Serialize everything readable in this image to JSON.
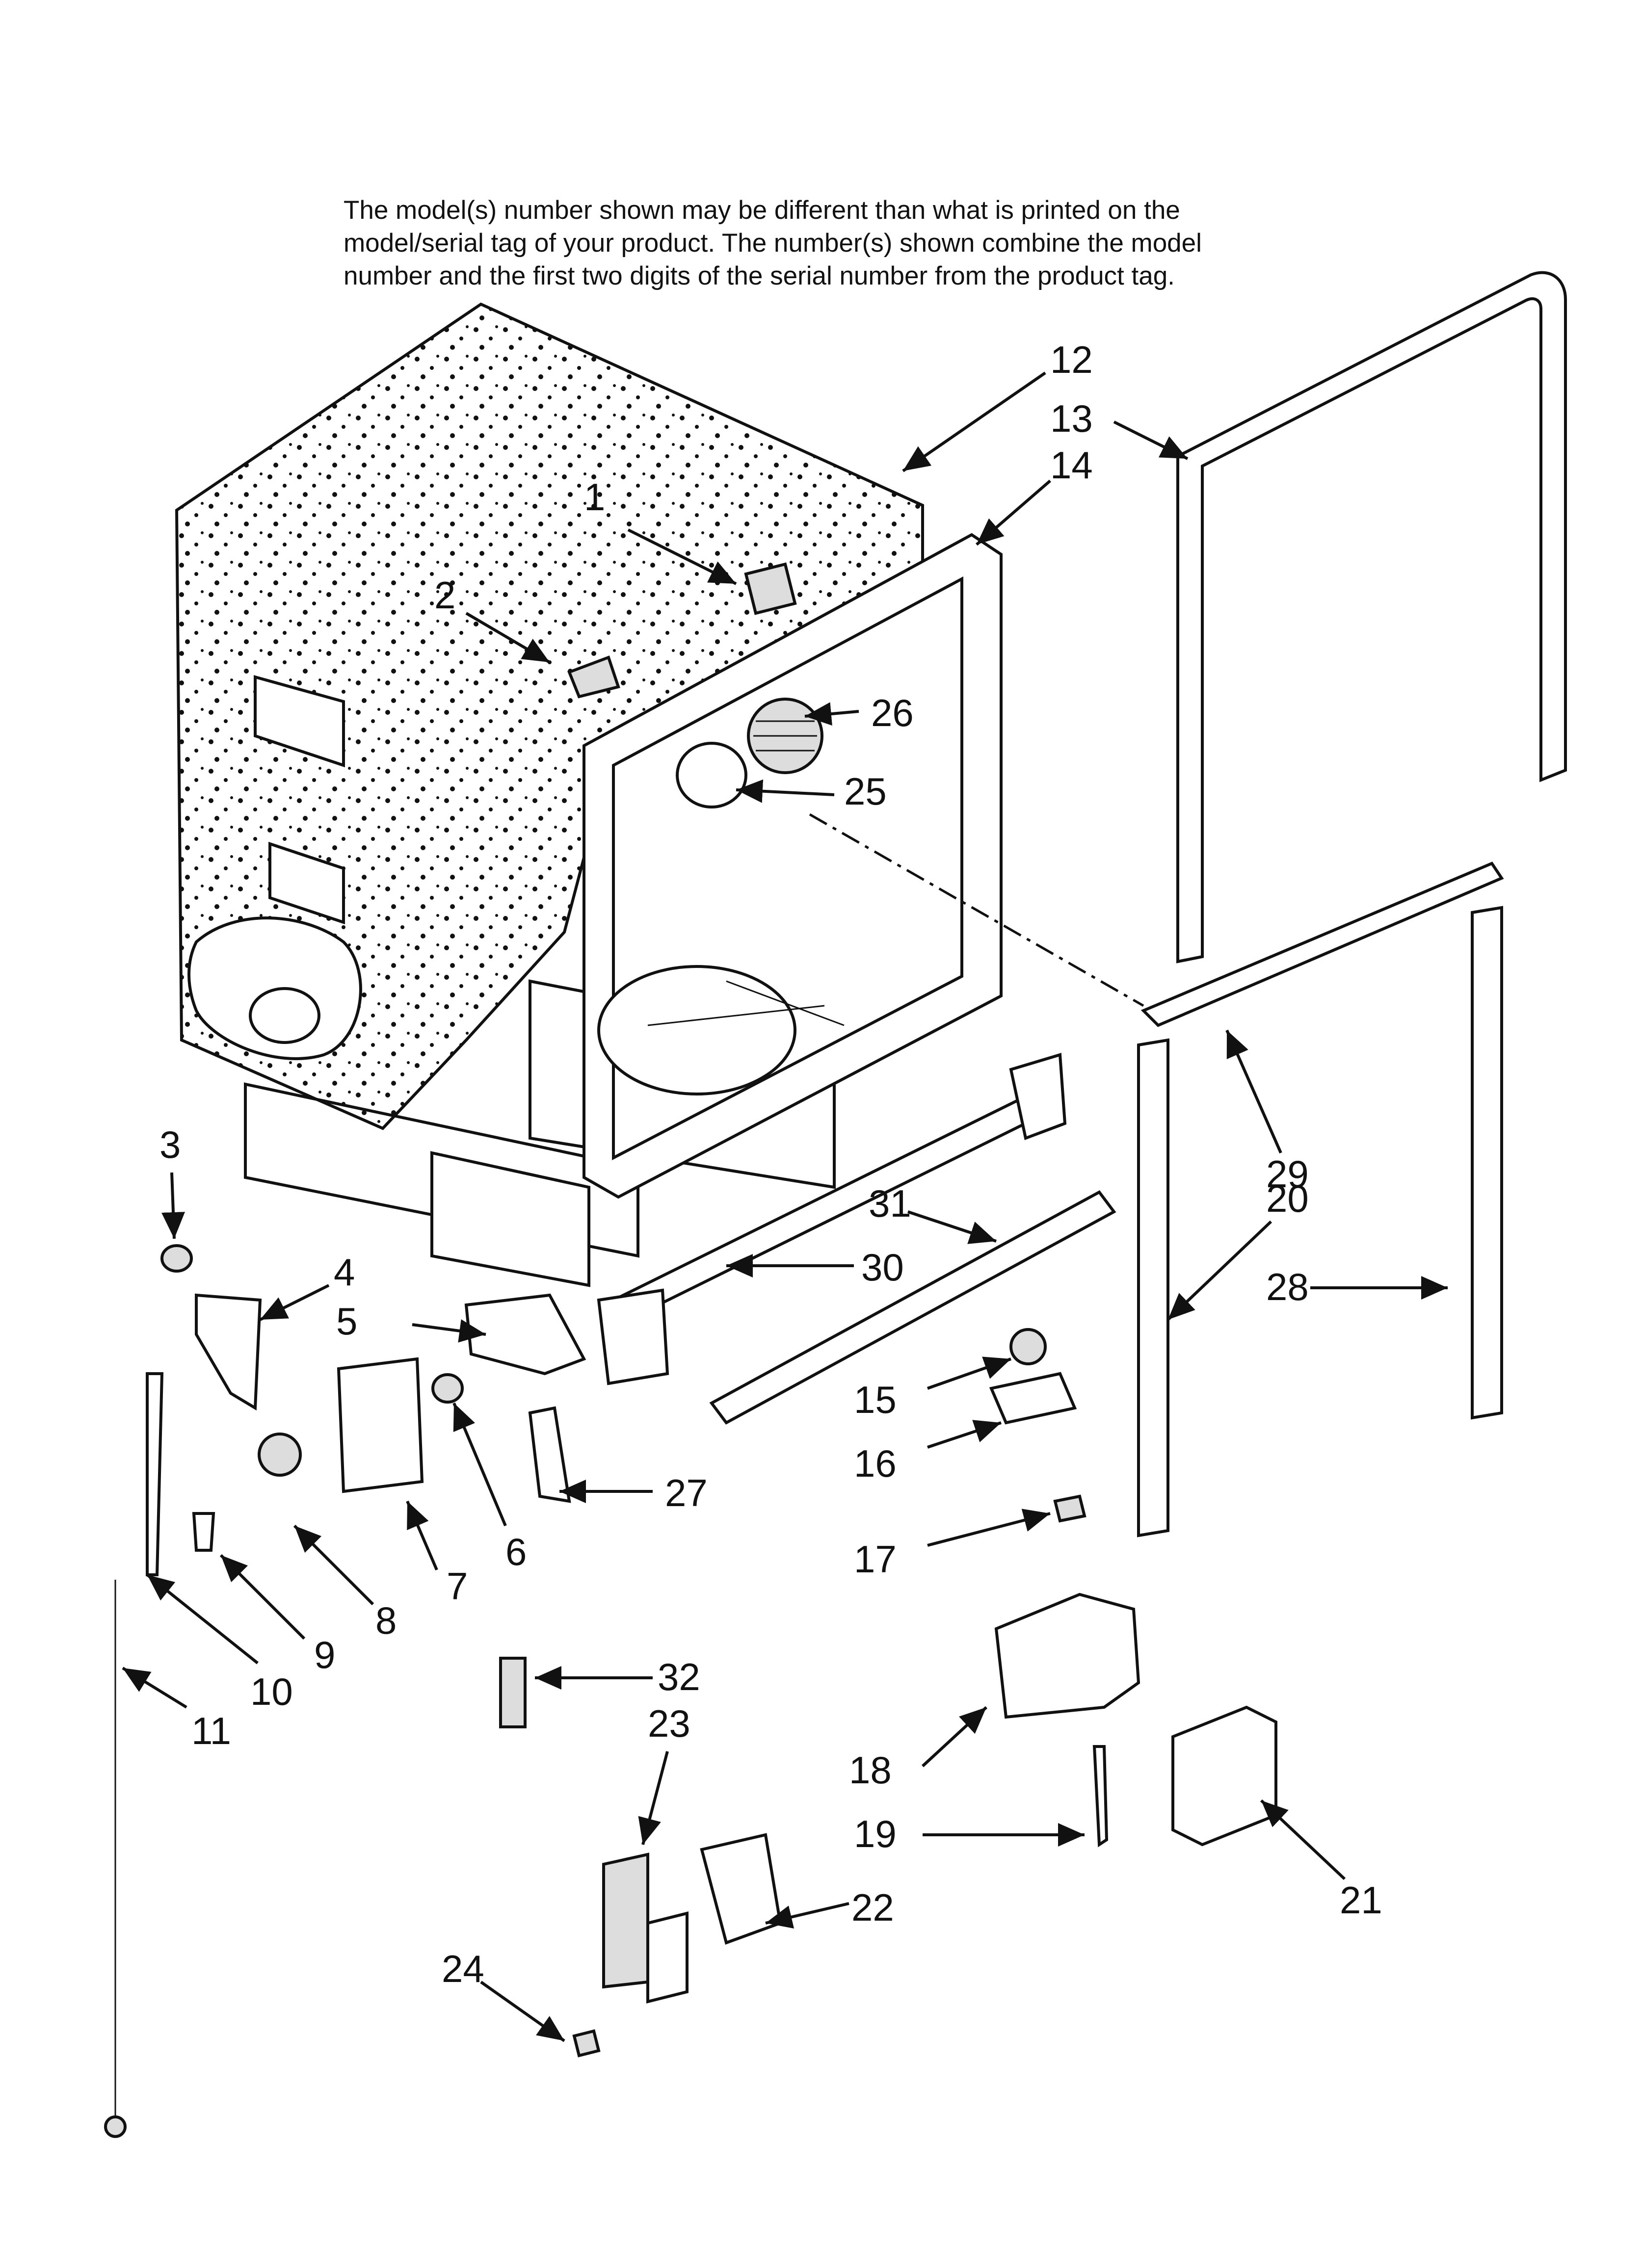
{
  "note_lines": [
    "The model(s) number shown may be different than what is printed on the",
    "model/serial tag of your product. The number(s) shown combine the model",
    "number and the first two digits of the serial number from the product tag."
  ],
  "callouts": [
    "1",
    "2",
    "3",
    "4",
    "5",
    "6",
    "7",
    "8",
    "9",
    "10",
    "11",
    "12",
    "13",
    "14",
    "15",
    "16",
    "17",
    "18",
    "19",
    "20",
    "21",
    "22",
    "23",
    "24",
    "25",
    "26",
    "27",
    "28",
    "29",
    "30",
    "31",
    "32"
  ]
}
